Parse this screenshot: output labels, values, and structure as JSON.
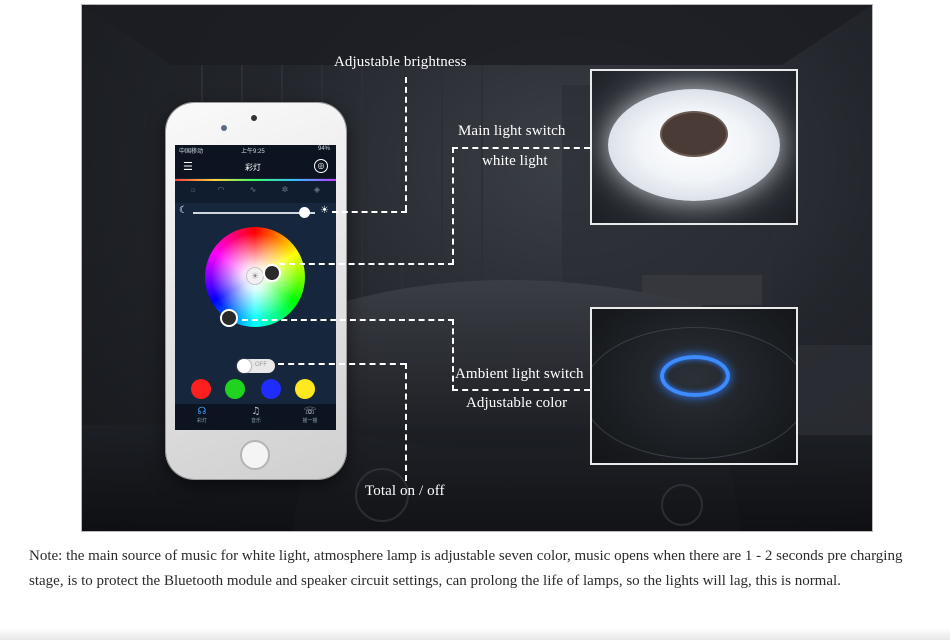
{
  "annotations": {
    "brightness": "Adjustable brightness",
    "main_switch": "Main light switch",
    "white_light": "white light",
    "ambient_switch": "Ambient light switch",
    "adjustable_color": "Adjustable color",
    "total_onoff": "Total on / off"
  },
  "phone": {
    "status_carrier": "中国移动",
    "status_time": "上午9:25",
    "status_battery": "94%",
    "app_title": "彩灯",
    "toggle_label": "OFF",
    "swatches": [
      "#ff1f1f",
      "#1fd31f",
      "#1f2bff",
      "#ffe81f"
    ],
    "nav": [
      {
        "icon": "☊",
        "label": "彩灯"
      },
      {
        "icon": "♫",
        "label": "音乐"
      },
      {
        "icon": "☏",
        "label": "摇一摇"
      }
    ]
  },
  "note": "Note: the main source of music for white light, atmosphere lamp is adjustable seven color, music opens when there are 1 - 2 seconds pre charging stage, is to protect the Bluetooth module and speaker circuit settings, can prolong the life of lamps, so the lights will lag, this is normal."
}
